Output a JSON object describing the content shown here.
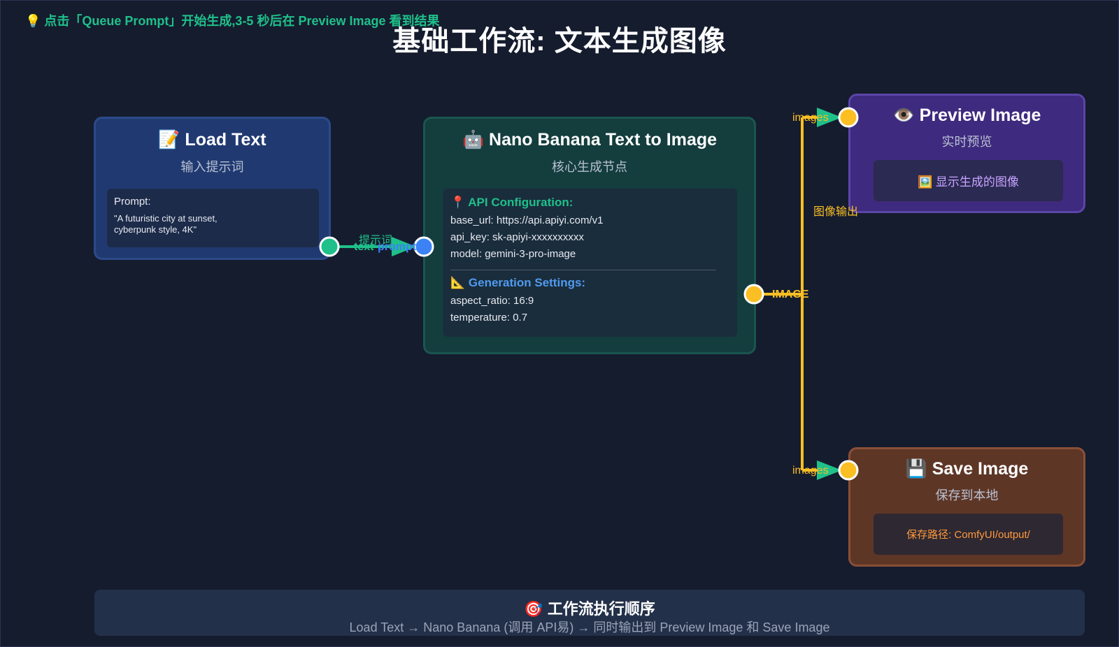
{
  "hint": "💡 点击「Queue Prompt」开始生成,3-5 秒后在 Preview Image 看到结果",
  "title": "基础工作流: 文本生成图像",
  "nodes": {
    "load_text": {
      "title": "📝 Load Text",
      "subtitle": "输入提示词",
      "prompt_label": "Prompt:",
      "prompt_value": "\"A futuristic city at sunset,\ncyberpunk style, 4K\""
    },
    "nano": {
      "title": "🤖 Nano Banana Text to Image",
      "subtitle": "核心生成节点",
      "api_title": "📍 API Configuration:",
      "base_url": "base_url: https://api.apiyi.com/v1",
      "api_key": "api_key: sk-apiyi-xxxxxxxxxx",
      "model": "model: gemini-3-pro-image",
      "gen_title": "📐 Generation Settings:",
      "aspect_ratio": "aspect_ratio: 16:9",
      "temperature": "temperature: 0.7"
    },
    "preview": {
      "title": "👁️ Preview Image",
      "subtitle": "实时预览",
      "box": "🖼️ 显示生成的图像"
    },
    "save": {
      "title": "💾 Save Image",
      "subtitle": "保存到本地",
      "box": "保存路径: ComfyUI/output/"
    }
  },
  "wires": {
    "prompt_label": "提示词",
    "text_label": "text",
    "prompt_port_label": "prompt",
    "image_label": "IMAGE",
    "output_label": "图像输出",
    "images_label_1": "images",
    "images_label_2": "images"
  },
  "footer": {
    "title": "🎯 工作流执行顺序",
    "text": "Load Text → Nano Banana (调用 API易) → 同时输出到 Preview Image 和 Save Image"
  },
  "colors": {
    "background": "#151c2e",
    "green": "#1fc08a",
    "blue": "#3b82f6",
    "yellow": "#fbbf24",
    "orange": "#ff9a3c",
    "purple_text": "#c7a4ff"
  }
}
